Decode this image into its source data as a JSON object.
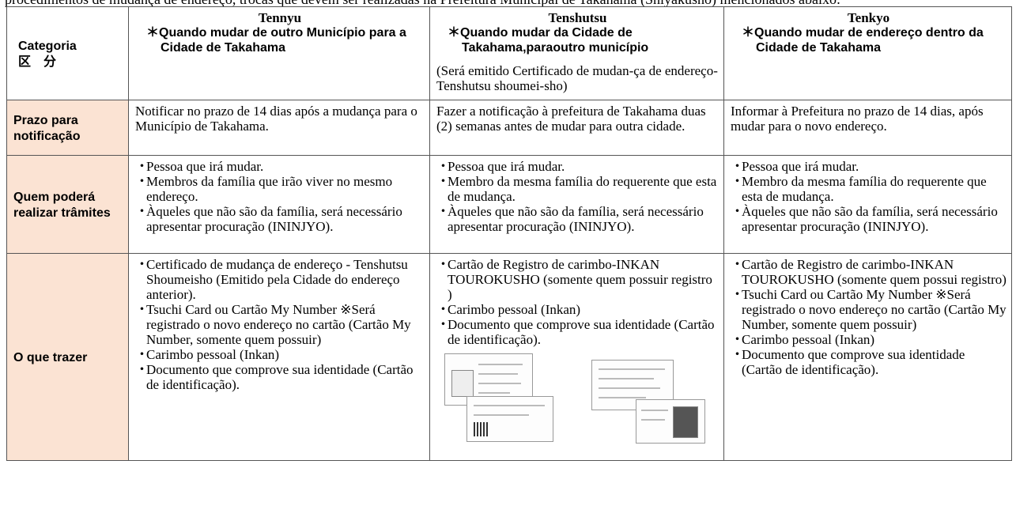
{
  "top_line": "procedimentos de mudança de endereço, trocas que devem ser realizadas na Prefeitura Municipal de Takahama (Shiyakusho) mencionados abaixo:",
  "header": {
    "category_label": "Categoria",
    "category_label_jp": "区　分",
    "columns": [
      {
        "name": "Tennyu",
        "subtitle": "＊Quando mudar de outro Município para a Cidade de Takahama",
        "note": ""
      },
      {
        "name": "Tenshutsu",
        "subtitle": "＊Quando mudar da Cidade de Takahama,paraoutro município",
        "note": "(Será emitido Certificado de mudan-ça de endereço-Tenshutsu shoumei-sho)"
      },
      {
        "name": "Tenkyo",
        "subtitle": "＊Quando mudar de endereço dentro da Cidade de Takahama",
        "note": ""
      }
    ]
  },
  "rows": [
    {
      "category": "Prazo para notificação",
      "cells": [
        [
          "Notificar no prazo de 14 dias após a mudança para o Município de Takahama."
        ],
        [
          "Fazer a notificação à prefeitura de Takahama duas (2) semanas antes de mudar para outra cidade."
        ],
        [
          "Informar à Prefeitura no prazo de 14 dias, após mudar para o novo endereço."
        ]
      ]
    },
    {
      "category": "Quem poderá realizar trâmites",
      "cells": [
        [
          "Pessoa que irá mudar.",
          "Membros da família que irão viver no mesmo endereço.",
          "Àqueles que não são da família, será necessário apresentar procuração (ININJYO)."
        ],
        [
          "Pessoa que irá mudar.",
          "Membro da mesma família do requerente que esta de mudança.",
          "Àqueles que não são da família, será necessário apresentar procuração (ININJYO)."
        ],
        [
          "Pessoa que irá mudar.",
          "Membro da mesma família do requerente que esta de mudança.",
          "Àqueles que não são da família, será necessário apresentar procuração (ININJYO)."
        ]
      ]
    },
    {
      "category": "O que trazer",
      "cells": [
        [
          "Certificado de mudança de endereço - Tenshutsu Shoumeisho (Emitido pela Cidade do endereço anterior).",
          "Tsuchi Card ou Cartão My Number ※Será registrado o novo endereço no cartão (Cartão My Number, somente quem possuir)",
          "Carimbo pessoal (Inkan)",
          "Documento que comprove sua identidade (Cartão de identificação)."
        ],
        [
          "Cartão de Registro de carimbo-INKAN TOUROKUSHO (somente quem possuir registro )",
          "Carimbo pessoal (Inkan)",
          "Documento que comprove sua identidade (Cartão de identificação)."
        ],
        [
          "Cartão de Registro de carimbo-INKAN TOUROKUSHO (somente quem possui registro)",
          "Tsuchi Card ou Cartão My Number ※Será registrado o novo endereço no cartão (Cartão My Number, somente quem possuir)",
          "Carimbo pessoal (Inkan)",
          "Documento que comprove sua identidade (Cartão de identificação)."
        ]
      ]
    }
  ]
}
